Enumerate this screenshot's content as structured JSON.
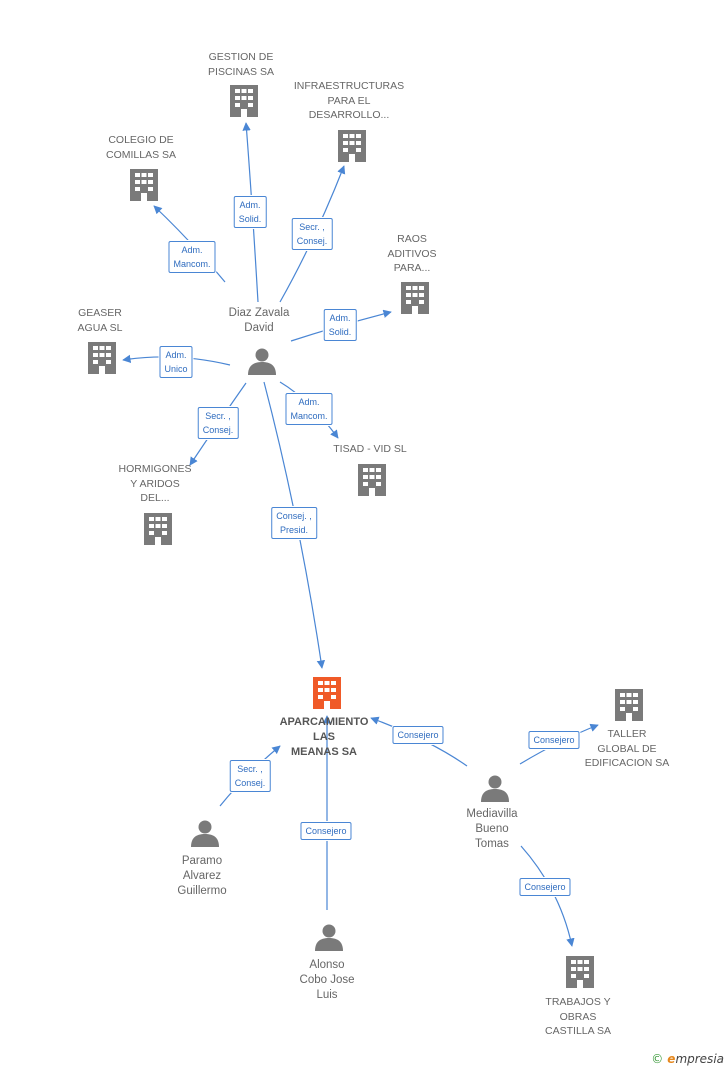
{
  "colors": {
    "edge": "#4a86d4",
    "company": "#7a7a7a",
    "main_company": "#f05a28",
    "person": "#7a7a7a"
  },
  "nodes": [
    {
      "id": "gestion",
      "kind": "company",
      "label": [
        "GESTION DE",
        "PISCINAS SA"
      ]
    },
    {
      "id": "infra",
      "kind": "company",
      "label": [
        "INFRAESTRUCTURAS",
        "PARA EL",
        "DESARROLLO..."
      ]
    },
    {
      "id": "colegio",
      "kind": "company",
      "label": [
        "COLEGIO DE",
        "COMILLAS SA"
      ]
    },
    {
      "id": "raos",
      "kind": "company",
      "label": [
        "RAOS",
        "ADITIVOS",
        "PARA..."
      ]
    },
    {
      "id": "geaser",
      "kind": "company",
      "label": [
        "GEASER",
        "AGUA  SL"
      ]
    },
    {
      "id": "diaz",
      "kind": "person",
      "label": [
        "Diaz Zavala",
        "David"
      ]
    },
    {
      "id": "tisad",
      "kind": "company",
      "label": [
        "TISAD -  VID SL"
      ]
    },
    {
      "id": "hormigones",
      "kind": "company",
      "label": [
        "HORMIGONES",
        "Y ARIDOS",
        "DEL..."
      ]
    },
    {
      "id": "aparc",
      "kind": "main",
      "label": [
        "APARCAMIENTO",
        "LAS",
        "MEANAS SA"
      ]
    },
    {
      "id": "taller",
      "kind": "company",
      "label": [
        "TALLER",
        "GLOBAL DE",
        "EDIFICACION SA"
      ]
    },
    {
      "id": "mediavilla",
      "kind": "person",
      "label": [
        "Mediavilla",
        "Bueno",
        "Tomas"
      ]
    },
    {
      "id": "paramo",
      "kind": "person",
      "label": [
        "Paramo",
        "Alvarez",
        "Guillermo"
      ]
    },
    {
      "id": "alonso",
      "kind": "person",
      "label": [
        "Alonso",
        "Cobo Jose",
        "Luis"
      ]
    },
    {
      "id": "trabajos",
      "kind": "company",
      "label": [
        "TRABAJOS Y",
        "OBRAS",
        "CASTILLA SA"
      ]
    }
  ],
  "edges": [
    {
      "from": "diaz",
      "to": "gestion",
      "role": [
        "Adm.",
        "Solid."
      ]
    },
    {
      "from": "diaz",
      "to": "infra",
      "role": [
        "Secr. ,",
        "Consej."
      ]
    },
    {
      "from": "diaz",
      "to": "colegio",
      "role": [
        "Adm.",
        "Mancom."
      ]
    },
    {
      "from": "diaz",
      "to": "raos",
      "role": [
        "Adm.",
        "Solid."
      ]
    },
    {
      "from": "diaz",
      "to": "geaser",
      "role": [
        "Adm.",
        "Unico"
      ]
    },
    {
      "from": "diaz",
      "to": "tisad",
      "role": [
        "Adm.",
        "Mancom."
      ]
    },
    {
      "from": "diaz",
      "to": "hormigones",
      "role": [
        "Secr. ,",
        "Consej."
      ]
    },
    {
      "from": "diaz",
      "to": "aparc",
      "role": [
        "Consej. ,",
        "Presid."
      ]
    },
    {
      "from": "mediavilla",
      "to": "aparc",
      "role": [
        "Consejero"
      ]
    },
    {
      "from": "mediavilla",
      "to": "taller",
      "role": [
        "Consejero"
      ]
    },
    {
      "from": "mediavilla",
      "to": "trabajos",
      "role": [
        "Consejero"
      ]
    },
    {
      "from": "paramo",
      "to": "aparc",
      "role": [
        "Secr. ,",
        "Consej."
      ]
    },
    {
      "from": "alonso",
      "to": "aparc",
      "role": [
        "Consejero"
      ]
    }
  ],
  "footer": {
    "copyright": "©",
    "brand_initial": "e",
    "brand_rest": "mpresia"
  }
}
